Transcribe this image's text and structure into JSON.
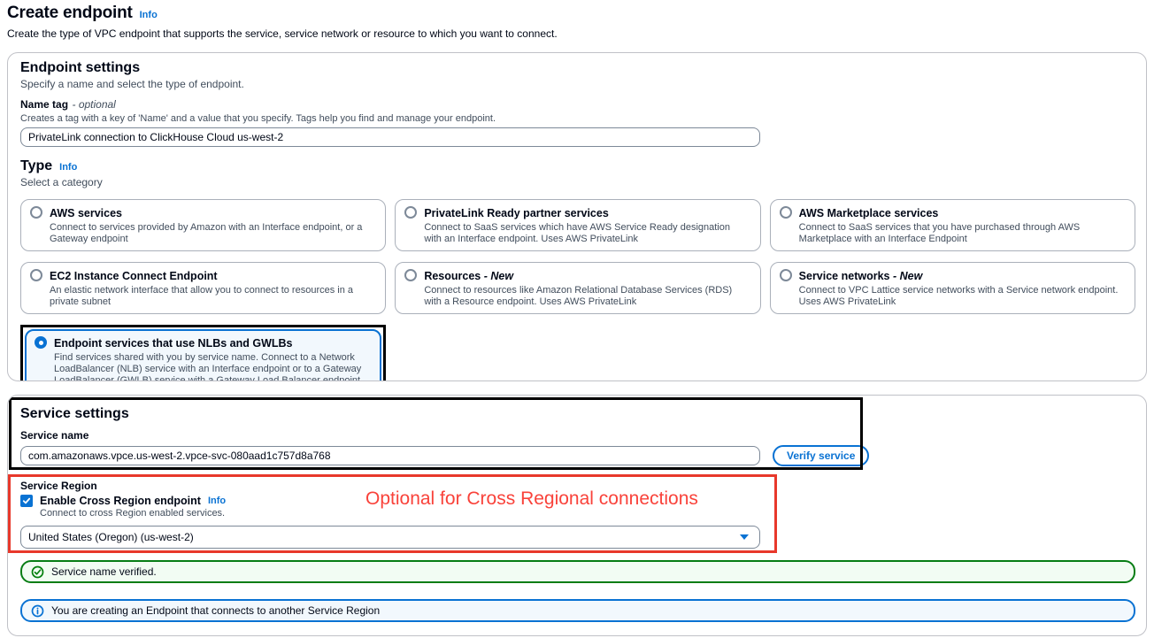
{
  "page": {
    "title": "Create endpoint",
    "title_info": "Info",
    "subtitle": "Create the type of VPC endpoint that supports the service, service network or resource to which you want to connect."
  },
  "endpoint_settings": {
    "heading": "Endpoint settings",
    "description": "Specify a name and select the type of endpoint.",
    "name_tag": {
      "label": "Name tag",
      "optional_suffix": "- optional",
      "help": "Creates a tag with a key of 'Name' and a value that you specify. Tags help you find and manage your endpoint.",
      "value": "PrivateLink connection to ClickHouse Cloud us-west-2"
    },
    "type": {
      "heading": "Type",
      "info": "Info",
      "description": "Select a category",
      "tiles": [
        {
          "title": "AWS services",
          "description": "Connect to services provided by Amazon with an Interface endpoint, or a Gateway endpoint",
          "selected": false
        },
        {
          "title": "PrivateLink Ready partner services",
          "description": "Connect to SaaS services which have AWS Service Ready designation with an Interface endpoint. Uses AWS PrivateLink",
          "selected": false
        },
        {
          "title": "AWS Marketplace services",
          "description": "Connect to SaaS services that you have purchased through AWS Marketplace with an Interface Endpoint",
          "selected": false
        },
        {
          "title": "EC2 Instance Connect Endpoint",
          "description": "An elastic network interface that allow you to connect to resources in a private subnet",
          "selected": false
        },
        {
          "title": "Resources",
          "suffix": "- New",
          "description": "Connect to resources like Amazon Relational Database Services (RDS) with a Resource endpoint. Uses AWS PrivateLink",
          "selected": false
        },
        {
          "title": "Service networks",
          "suffix": "- New",
          "description": "Connect to VPC Lattice service networks with a Service network endpoint. Uses AWS PrivateLink",
          "selected": false
        },
        {
          "title": "Endpoint services that use NLBs and GWLBs",
          "description": "Find services shared with you by service name. Connect to a Network LoadBalancer (NLB) service with an Interface endpoint or to a Gateway LoadBalancer (GWLB) service with a Gateway Load Balancer endpoint",
          "selected": true
        }
      ]
    }
  },
  "service_settings": {
    "heading": "Service settings",
    "service_name_label": "Service name",
    "service_name_value": "com.amazonaws.vpce.us-west-2.vpce-svc-080aad1c757d8a768",
    "verify_button_label": "Verify service",
    "service_region": {
      "label": "Service Region",
      "checkbox_label": "Enable Cross Region endpoint",
      "checkbox_checked": true,
      "info": "Info",
      "help": "Connect to cross Region enabled services.",
      "region_value": "United States (Oregon) (us-west-2)"
    },
    "alerts": {
      "success_message": "Service name verified.",
      "info_message": "You are creating an Endpoint that connects to another Service Region"
    }
  },
  "annotations": {
    "cross_region_note": "Optional for Cross Regional connections",
    "highlight_black": "#000000",
    "highlight_red": "#e8382b"
  },
  "colors": {
    "accent": "#0972d3",
    "success_green": "#037f0c",
    "success_bg": "#f2fcf3",
    "info_bg": "#f2f8fd",
    "annotation_text_red": "#f9423a"
  }
}
